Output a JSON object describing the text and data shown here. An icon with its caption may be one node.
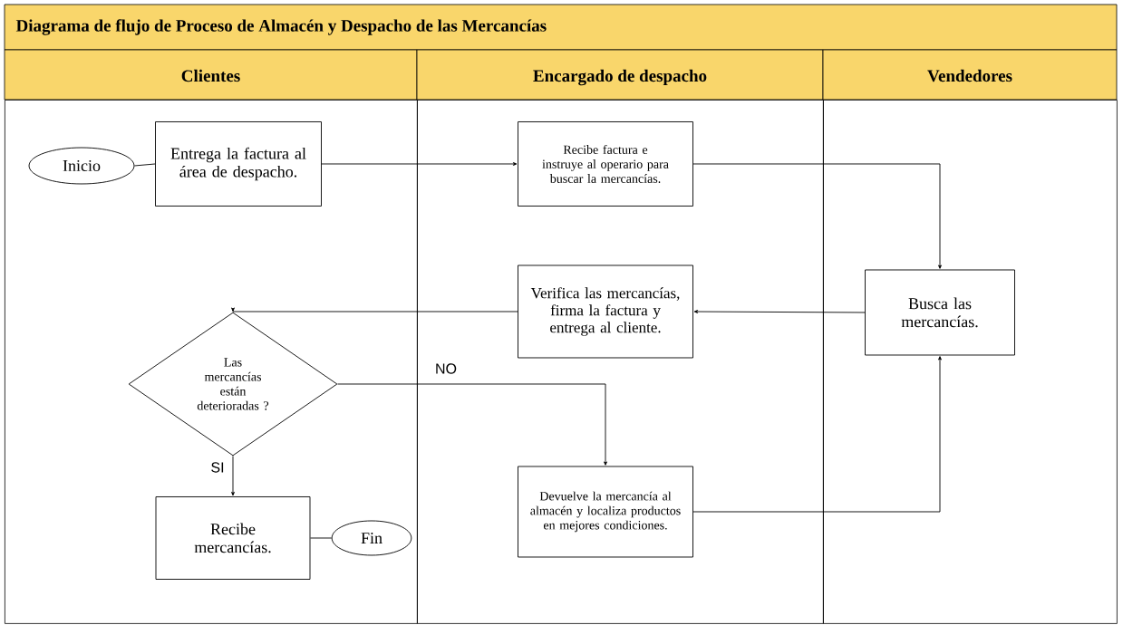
{
  "diagram": {
    "title": "Diagrama de flujo de Proceso de Almacén y Despacho de las Mercancías",
    "nodes": [
      {
        "text": [
          "Clientes"
        ]
      },
      {
        "text": [
          "Encargado de despacho"
        ]
      },
      {
        "text": [
          "Vendedores"
        ]
      },
      {
        "text": [
          "Inicio"
        ],
        "in": 0
      },
      {
        "text": [
          "Entrega la factura al área de despacho."
        ],
        "in": 0
      },
      {
        "text": [
          "Recibe factura e instruye al operario para buscar la mercancías."
        ],
        "in": 1
      },
      {
        "text": [
          "Busca las mercancías."
        ],
        "in": 2
      },
      {
        "text": [
          "Verifica las mercancías, firma la factura y entrega al cliente."
        ],
        "in": 1
      },
      {
        "text": [
          "Las mercancías están deterioradas ?"
        ],
        "in": 0
      },
      {
        "text": [
          "Recibe mercancías."
        ],
        "in": 0
      },
      {
        "text": [
          "Fin"
        ],
        "in": 0
      },
      {
        "text": [
          "Devuelve la mercancía al almacén y localiza productos en mejores condiciones."
        ],
        "in": 1
      }
    ],
    "edges": [
      {
        "from": 3,
        "to": 4,
        "arrow": "none"
      },
      {
        "from": 4,
        "to": 5,
        "arrow": "to"
      },
      {
        "from": 5,
        "to": 6,
        "arrow": "to"
      },
      {
        "from": 6,
        "to": 7,
        "arrow": "to"
      },
      {
        "from": 7,
        "to": 8,
        "arrow": "to"
      },
      {
        "from": 8,
        "to": 9,
        "arrow": "to",
        "label": "SI"
      },
      {
        "from": 8,
        "to": 11,
        "arrow": "to",
        "label": "NO"
      },
      {
        "from": 9,
        "to": 10,
        "arrow": "none"
      },
      {
        "from": 11,
        "to": 6,
        "arrow": "to"
      }
    ]
  }
}
